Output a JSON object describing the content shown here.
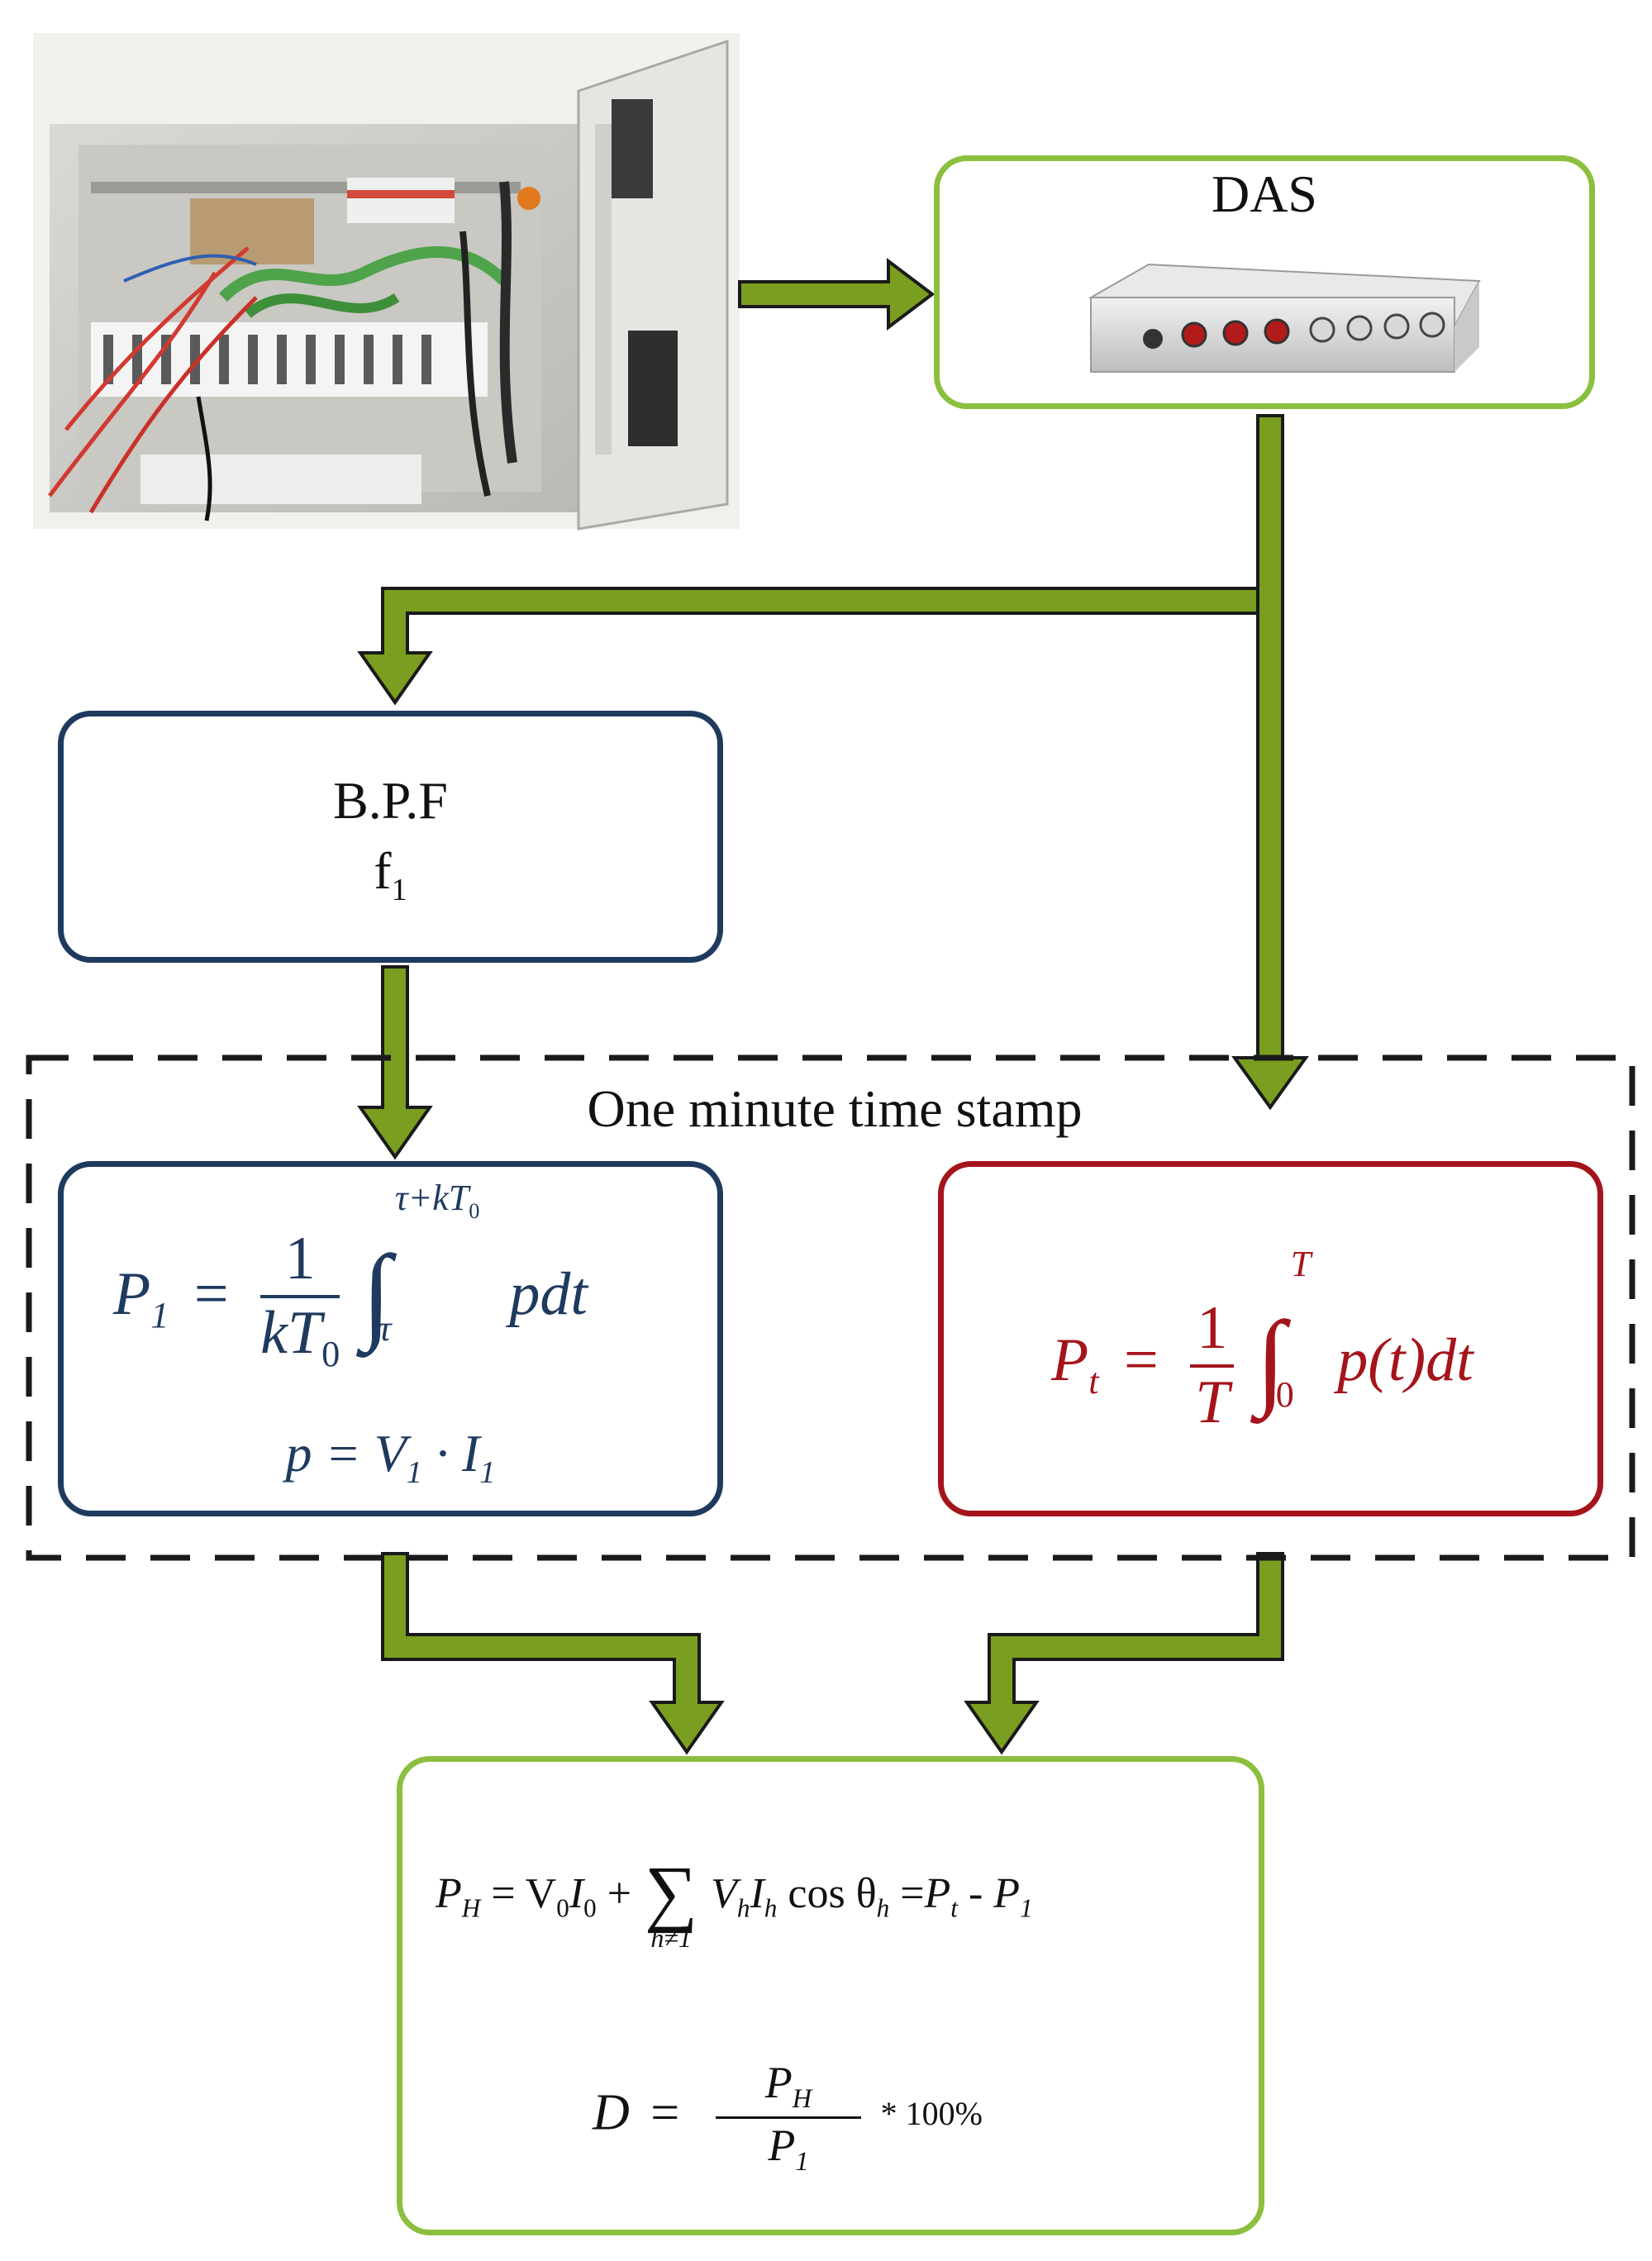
{
  "das_box": {
    "title": "DAS"
  },
  "bpf_box": {
    "line1": "B.P.F",
    "line2_base": "f",
    "line2_sub": "1"
  },
  "timestamp_region": {
    "label": "One minute time stamp"
  },
  "p1_box": {
    "eq_lhs": "P",
    "eq_lhs_sub": "1",
    "eq_eq": "=",
    "frac_num": "1",
    "frac_den": "kT",
    "frac_den_sub": "0",
    "integral": "∫",
    "int_upper": "τ+kT",
    "int_upper_sub": "0",
    "int_lower": "τ",
    "integrand": "pdt",
    "line2": "p = V",
    "line2_sub1": "1",
    "line2_mid": " · I",
    "line2_sub2": "1"
  },
  "pt_box": {
    "eq_lhs": "P",
    "eq_lhs_sub": "t",
    "eq_eq": "=",
    "frac_num": "1",
    "frac_den": "T",
    "integral": "∫",
    "int_upper": "T",
    "int_lower": "0",
    "integrand": "p(t)dt"
  },
  "result_box": {
    "ph_lhs": "P",
    "ph_lhs_sub": "H",
    "ph_rhs1": "= V",
    "ph_rhs1_sub": "0",
    "ph_i": "I",
    "ph_i_sub": "0",
    "ph_plus": "+",
    "sum": "∑",
    "sum_sub": "h≠1",
    "ph_vh": "V",
    "ph_vh_sub": "h",
    "ph_ih": "I",
    "ph_ih_sub": "h",
    "ph_cos": "cos θ",
    "ph_cos_sub": "h",
    "ph_eq2": "=",
    "ph_pt": "P",
    "ph_pt_sub": "t",
    "ph_minus": "-",
    "ph_p1": "P",
    "ph_p1_sub": "1",
    "d_lhs": "D",
    "d_eq": "=",
    "d_num": "P",
    "d_num_sub": "H",
    "d_den": "P",
    "d_den_sub": "1",
    "d_tail": "* 100%"
  },
  "colors": {
    "arrow_green": "#7a9e1f",
    "arrow_outline": "#1a1a1a",
    "box_green": "#8cbf3f",
    "box_blue": "#1f3a5f",
    "box_red": "#a5141b"
  },
  "icons": {
    "panel_photo": "electrical-panel-photo-icon",
    "das_device": "das-device-icon"
  }
}
